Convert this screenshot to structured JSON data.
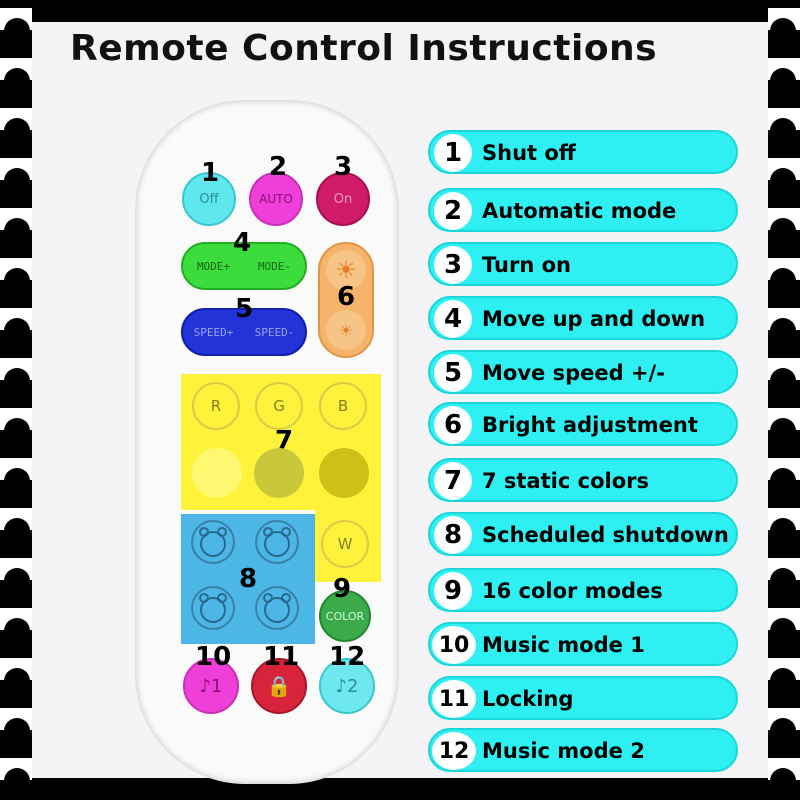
{
  "title": "Remote Control Instructions",
  "remote": {
    "buttons": {
      "off": "Off",
      "auto": "AUTO",
      "on": "On",
      "mode_plus": "MODE+",
      "mode_minus": "MODE-",
      "speed_plus": "SPEED+",
      "speed_minus": "SPEED-",
      "r": "R",
      "g": "G",
      "b": "B",
      "w": "W",
      "color": "COLOR",
      "music1": "♪1",
      "music2": "♪2"
    },
    "numbers": [
      "1",
      "2",
      "3",
      "4",
      "5",
      "6",
      "7",
      "8",
      "9",
      "10",
      "11",
      "12"
    ]
  },
  "instructions": [
    {
      "num": "1",
      "label": "Shut off"
    },
    {
      "num": "2",
      "label": "Automatic mode"
    },
    {
      "num": "3",
      "label": "Turn on"
    },
    {
      "num": "4",
      "label": "Move up and down"
    },
    {
      "num": "5",
      "label": "Move speed +/-"
    },
    {
      "num": "6",
      "label": "Bright adjustment"
    },
    {
      "num": "7",
      "label": "7 static colors"
    },
    {
      "num": "8",
      "label": "Scheduled shutdown"
    },
    {
      "num": "9",
      "label": "16 color modes"
    },
    {
      "num": "10",
      "label": "Music mode 1"
    },
    {
      "num": "11",
      "label": "Locking"
    },
    {
      "num": "12",
      "label": "Music mode 2"
    }
  ],
  "colors": {
    "cyan": "#5ee8ee",
    "magenta": "#ee3fd8",
    "crimson": "#d01a6a",
    "green": "#3ddc3d",
    "blue": "#2233d8",
    "orange": "#f5b46a",
    "yellow": "#fff23a",
    "lightblue": "#4cb6e6",
    "red": "#d8243a",
    "list_bg": "#2ef0f2"
  }
}
